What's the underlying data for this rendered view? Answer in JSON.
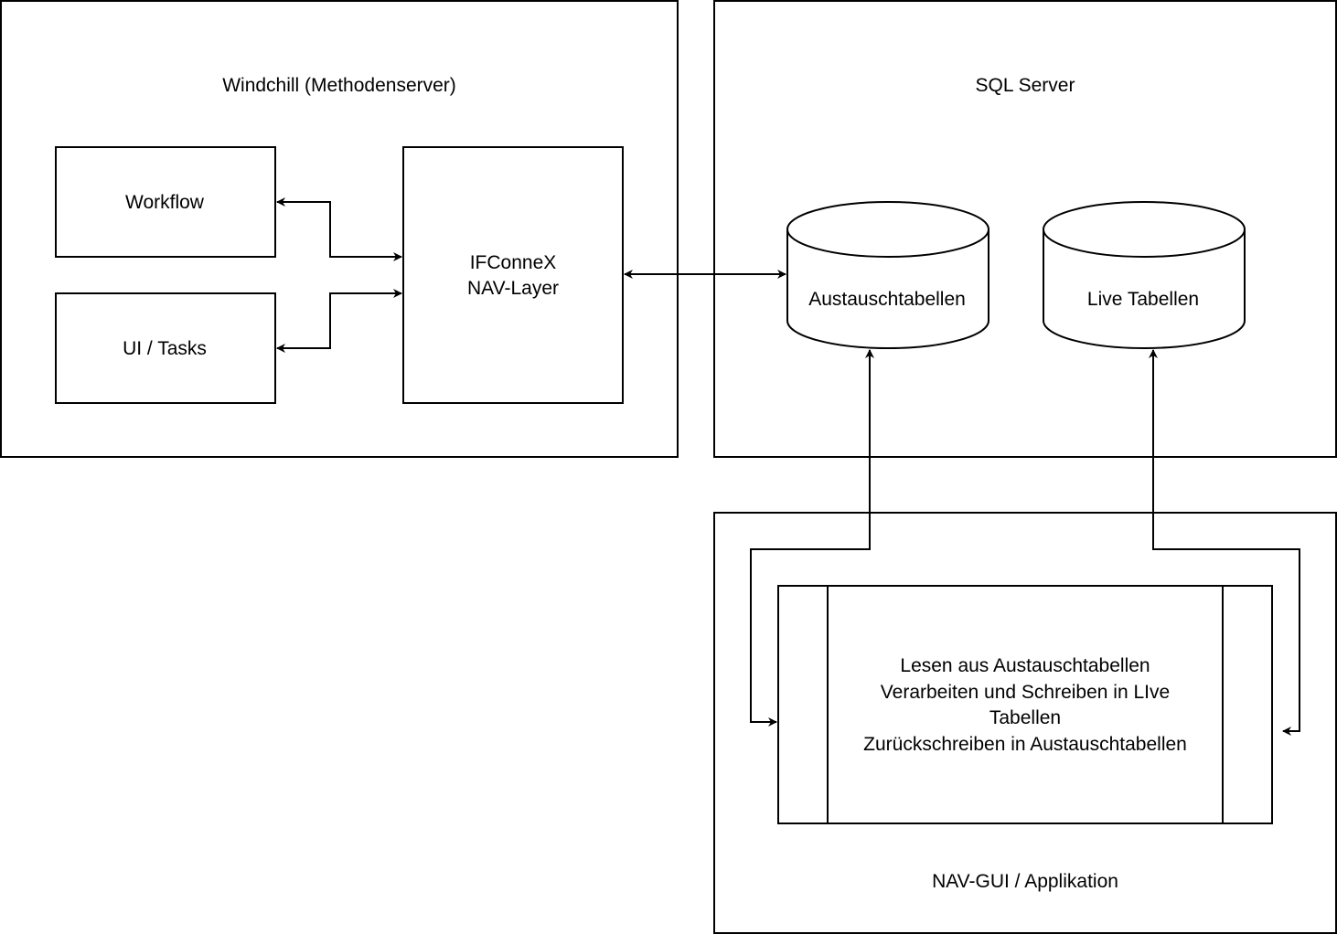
{
  "containers": {
    "windchill": {
      "title": "Windchill (Methodenserver)"
    },
    "sql_server": {
      "title": "SQL Server"
    },
    "nav_gui": {
      "title": "NAV-GUI / Applikation"
    }
  },
  "nodes": {
    "workflow": {
      "label": "Workflow"
    },
    "ui_tasks": {
      "label": "UI / Tasks"
    },
    "ifconnex": {
      "line1": "IFConneX",
      "line2": "NAV-Layer"
    },
    "austauschtabellen": {
      "label": "Austauschtabellen"
    },
    "live_tabellen": {
      "label": "Live Tabellen"
    },
    "process": {
      "line1": "Lesen aus Austauschtabellen",
      "line2": "Verarbeiten und Schreiben in LIve",
      "line3": "Tabellen",
      "line4": "Zurückschreiben in Austauschtabellen"
    }
  },
  "colors": {
    "stroke": "#000000",
    "fill": "#ffffff"
  }
}
